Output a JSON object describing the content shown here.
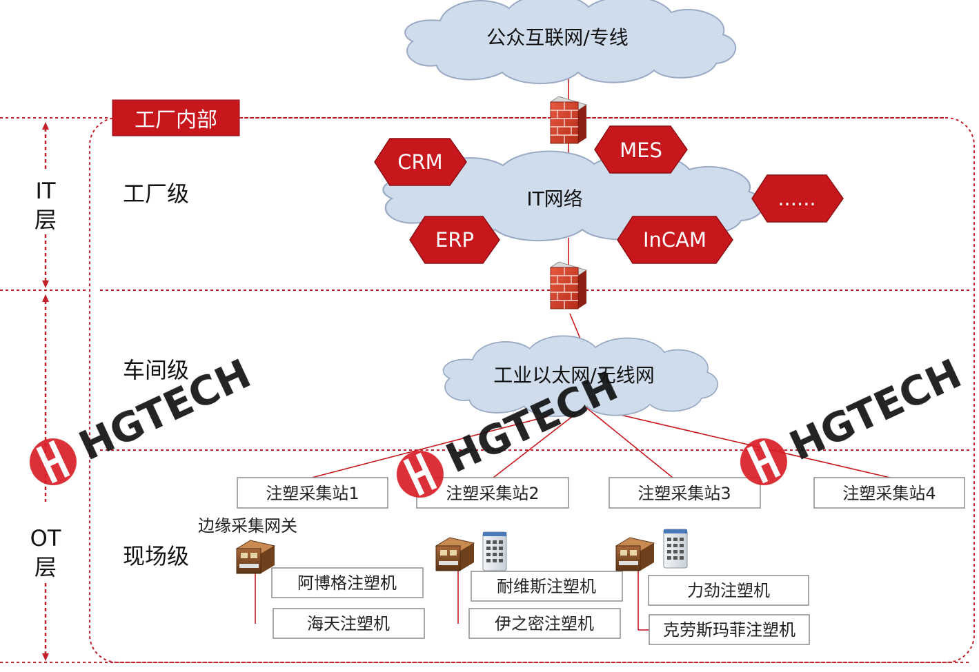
{
  "top_cloud": "公众互联网/专线",
  "factory_tag": "工厂内部",
  "layers": {
    "it": [
      "IT",
      "层"
    ],
    "ot": [
      "OT",
      "层"
    ]
  },
  "levels": {
    "factory": "工厂级",
    "workshop": "车间级",
    "field": "现场级"
  },
  "it_cloud": "IT网络",
  "systems": {
    "crm": "CRM",
    "mes": "MES",
    "erp": "ERP",
    "incam": "InCAM",
    "more": "......"
  },
  "workshop_cloud": "工业以太网/无线网",
  "stations": [
    "注塑采集站1",
    "注塑采集站2",
    "注塑采集站3",
    "注塑采集站4"
  ],
  "gateway_label": "边缘采集网关",
  "machines": {
    "g1": [
      "阿博格注塑机",
      "海天注塑机"
    ],
    "g2": [
      "耐维斯注塑机",
      "伊之密注塑机"
    ],
    "g3": [
      "力劲注塑机",
      "克劳斯玛菲注塑机"
    ]
  },
  "watermark": "HGTECH",
  "colors": {
    "red": "#c8161d",
    "dashed": "#c0202a",
    "cloud_fill": "#cfdcec",
    "cloud_stroke": "#9aa9c4",
    "box_stroke": "#8c8c8c"
  },
  "icons": [
    "firewall-icon",
    "gateway-device-icon",
    "switch-device-icon",
    "hgtech-logo-icon"
  ]
}
